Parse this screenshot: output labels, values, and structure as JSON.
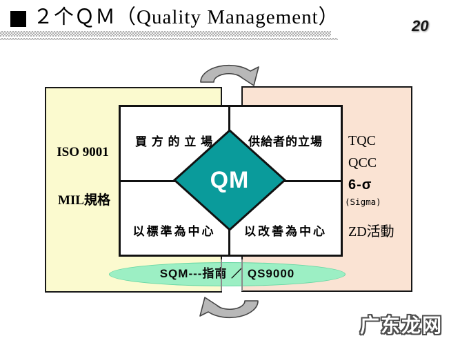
{
  "slide": {
    "bullet": "■",
    "title": "２个ＱＭ（Quality Management）",
    "page_number": "20",
    "watermark": "广东龙网"
  },
  "left_panel": {
    "items": [
      "ISO 9001",
      "MIL規格"
    ]
  },
  "right_panel": {
    "items": [
      "TQC",
      "QCC",
      "6-σ",
      "(Sigma)",
      "ZD活動"
    ]
  },
  "matrix": {
    "center": "QM",
    "top_left": "買 方 的 立 場",
    "top_right": "供給者的立場",
    "bottom_left": "以標準為中心",
    "bottom_right": "以改善為中心"
  },
  "banner": {
    "text": "SQM---指南 ／ QS9000"
  },
  "colors": {
    "diamond_teal": "#0A9B9B",
    "left_panel_yellow": "#FBFACF",
    "right_panel_peach": "#FAE3D3",
    "banner_mint": "#9CEFC4",
    "arrow_gray": "#B8B8B8"
  }
}
